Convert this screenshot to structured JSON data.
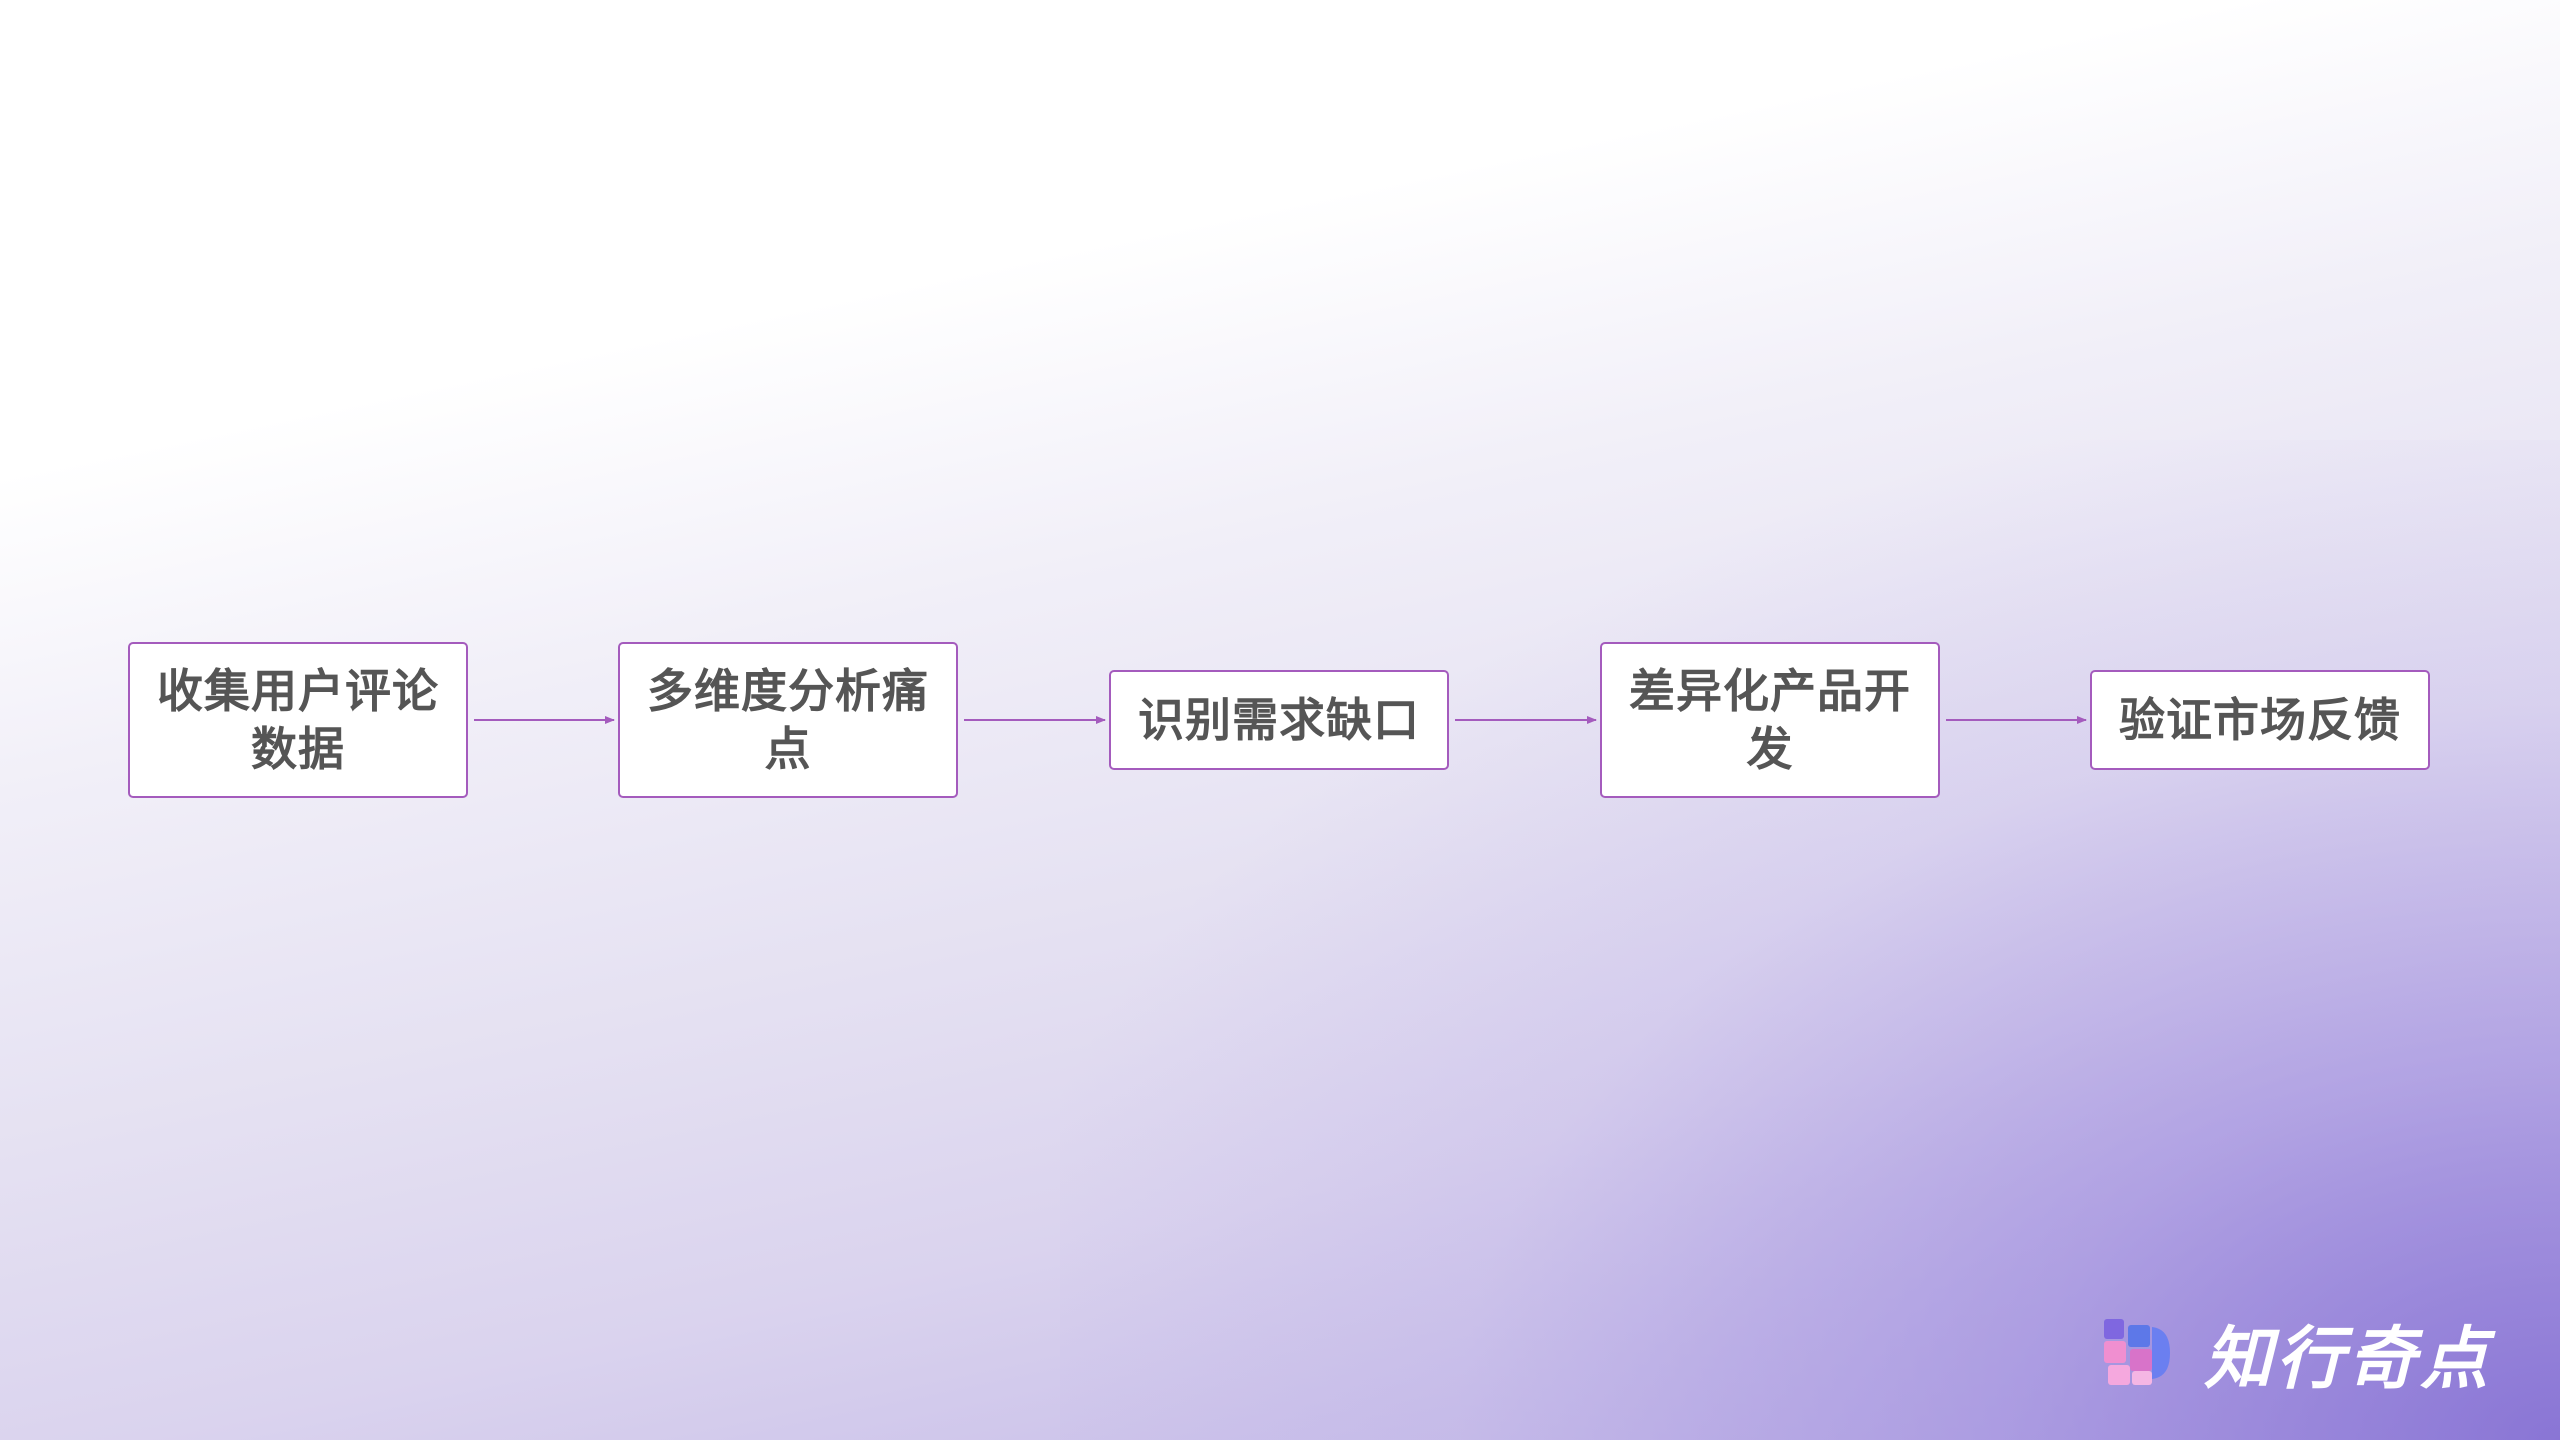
{
  "flow": {
    "steps": [
      {
        "label": "收集用户评论数据"
      },
      {
        "label": "多维度分析痛点"
      },
      {
        "label": "识别需求缺口"
      },
      {
        "label": "差异化产品开发"
      },
      {
        "label": "验证市场反馈"
      }
    ]
  },
  "logo": {
    "text": "知行奇点",
    "icon": "logo-blocks-icon"
  },
  "colors": {
    "box_border": "#a45bbd",
    "arrow": "#a45bbd",
    "text": "#555555",
    "logo_text": "#ffffff"
  }
}
